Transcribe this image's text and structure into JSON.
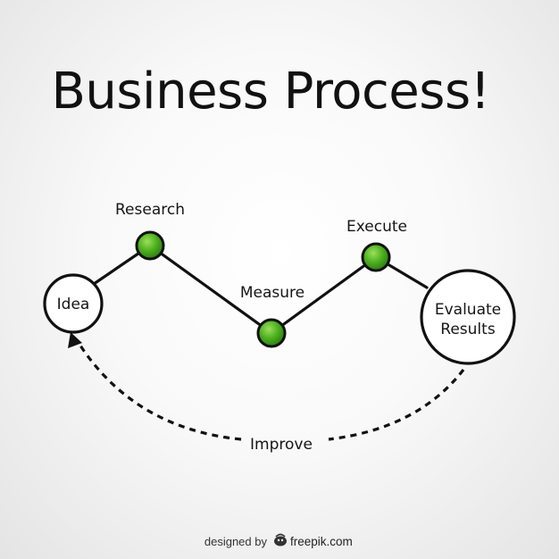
{
  "title": "Business Process!",
  "nodes": {
    "idea": "Idea",
    "research": "Research",
    "measure": "Measure",
    "execute": "Execute",
    "evaluate_line1": "Evaluate",
    "evaluate_line2": "Results"
  },
  "loop_label": "Improve",
  "credit": {
    "prefix": "designed by",
    "brand": "freepik.com"
  },
  "colors": {
    "dot_fill": "#4caf1f",
    "line": "#111111"
  }
}
